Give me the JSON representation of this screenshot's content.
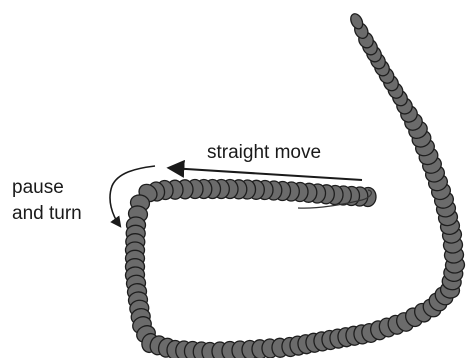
{
  "labels": {
    "straight_move": "straight move",
    "pause_line1": "pause",
    "pause_line2": "and turn"
  },
  "colors": {
    "track_fill": "#6b6b6b",
    "track_outline": "#1e1e1e",
    "arrow": "#1a1a1a",
    "background": "#ffffff"
  }
}
